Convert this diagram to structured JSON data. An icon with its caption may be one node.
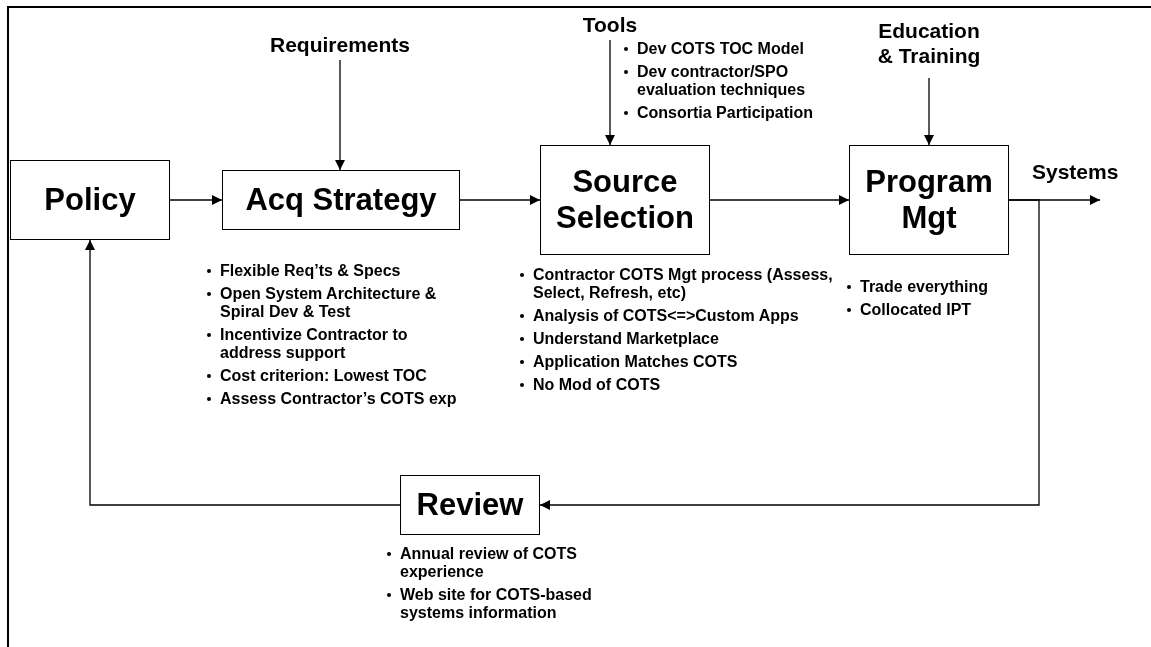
{
  "diagram": {
    "nodes": [
      {
        "text": [
          "Policy"
        ]
      },
      {
        "text": [
          "Acq Strategy"
        ],
        "beside": [
          "Flexible Req’ts & Specs",
          "Open System Architecture & Spiral Dev & Test",
          "Incentivize Contractor to address support",
          "Cost criterion: Lowest TOC",
          "Assess Contractor’s COTS exp"
        ]
      },
      {
        "text": [
          "Source Selection"
        ],
        "beside": [
          "Contractor COTS Mgt process (Assess, Select, Refresh, etc)",
          "Analysis of COTS<=>Custom Apps",
          "Understand Marketplace",
          "Application Matches COTS",
          "No Mod of COTS"
        ]
      },
      {
        "text": [
          "Program Mgt"
        ],
        "beside": [
          "Trade everything",
          "Collocated IPT"
        ]
      },
      {
        "text": [
          "Review"
        ],
        "beside": [
          "Annual review of COTS experience",
          "Web site for  COTS-based systems information"
        ]
      },
      {
        "text": [
          "Requirements"
        ]
      },
      {
        "text": [
          "Tools"
        ],
        "beside": [
          "Dev COTS TOC Model",
          "Dev contractor/SPO evaluation techniques",
          "Consortia Participation"
        ]
      },
      {
        "text": [
          "Education & Training"
        ]
      }
    ],
    "edges": [
      {
        "from": 0,
        "to": 1,
        "arrow": "to"
      },
      {
        "from": 5,
        "to": 1,
        "arrow": "to"
      },
      {
        "from": 1,
        "to": 2,
        "arrow": "to"
      },
      {
        "from": 6,
        "to": 2,
        "arrow": "to"
      },
      {
        "from": 2,
        "to": 3,
        "arrow": "to"
      },
      {
        "from": 7,
        "to": 3,
        "arrow": "to"
      },
      {
        "from": 3,
        "to": null,
        "arrow": "to",
        "label": "Systems"
      },
      {
        "from": 3,
        "to": 4,
        "arrow": "to"
      },
      {
        "from": 4,
        "to": 0,
        "arrow": "to"
      }
    ]
  }
}
